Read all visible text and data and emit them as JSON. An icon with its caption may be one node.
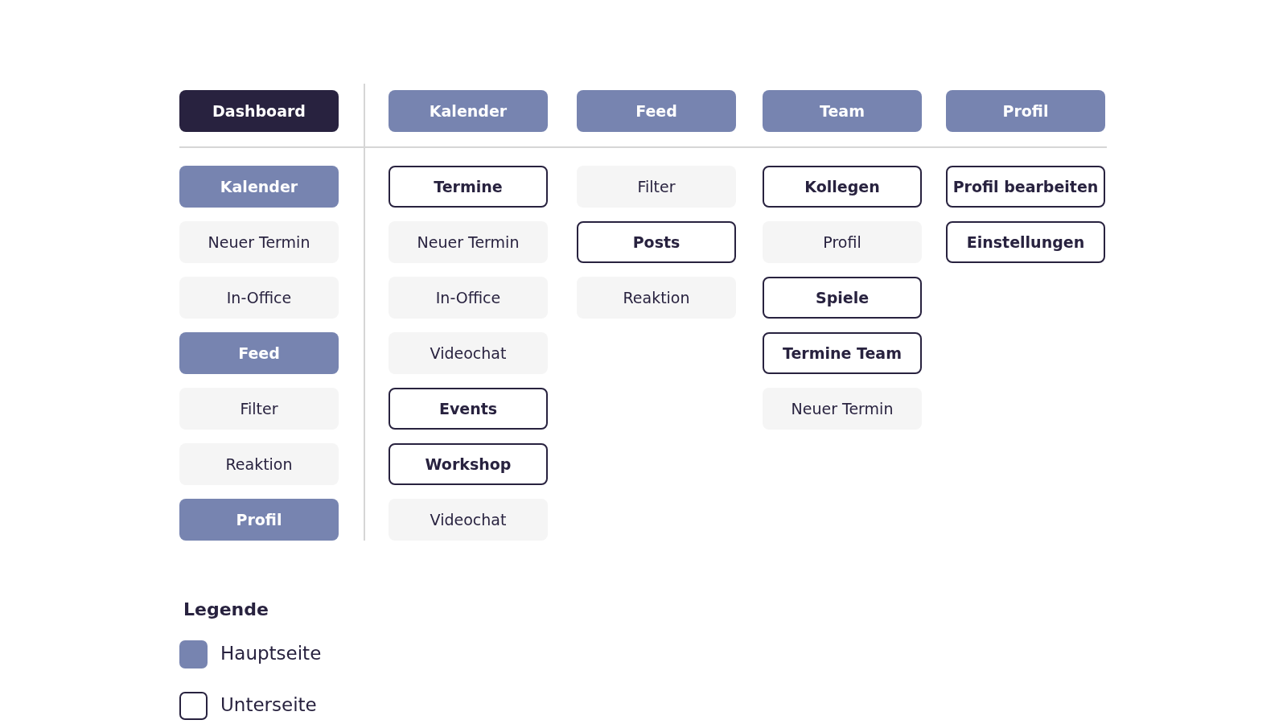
{
  "diagram": {
    "nodes": [
      {
        "text": [
          "Dashboard"
        ]
      },
      {
        "text": [
          "Kalender"
        ]
      },
      {
        "text": [
          "Neuer Termin"
        ]
      },
      {
        "text": [
          "In-Office"
        ]
      },
      {
        "text": [
          "Feed"
        ]
      },
      {
        "text": [
          "Filter"
        ]
      },
      {
        "text": [
          "Reaktion"
        ]
      },
      {
        "text": [
          "Profil"
        ]
      },
      {
        "text": [
          "Kalender"
        ]
      },
      {
        "text": [
          "Termine"
        ]
      },
      {
        "text": [
          "Neuer Termin"
        ]
      },
      {
        "text": [
          "In-Office"
        ]
      },
      {
        "text": [
          "Videochat"
        ]
      },
      {
        "text": [
          "Events"
        ]
      },
      {
        "text": [
          "Workshop"
        ]
      },
      {
        "text": [
          "Videochat"
        ]
      },
      {
        "text": [
          "Feed"
        ]
      },
      {
        "text": [
          "Filter"
        ]
      },
      {
        "text": [
          "Posts"
        ]
      },
      {
        "text": [
          "Reaktion"
        ]
      },
      {
        "text": [
          "Team"
        ]
      },
      {
        "text": [
          "Kollegen"
        ]
      },
      {
        "text": [
          "Profil"
        ]
      },
      {
        "text": [
          "Spiele"
        ]
      },
      {
        "text": [
          "Termine Team"
        ]
      },
      {
        "text": [
          "Neuer Termin"
        ]
      },
      {
        "text": [
          "Profil"
        ]
      },
      {
        "text": [
          "Profil bearbeiten"
        ]
      },
      {
        "text": [
          "Einstellungen"
        ]
      }
    ],
    "edges": [],
    "labels": [
      "Legende"
    ],
    "legend": [
      {
        "text": "Hauptseite",
        "color": "#7784b0"
      },
      {
        "text": "Unterseite"
      }
    ]
  }
}
